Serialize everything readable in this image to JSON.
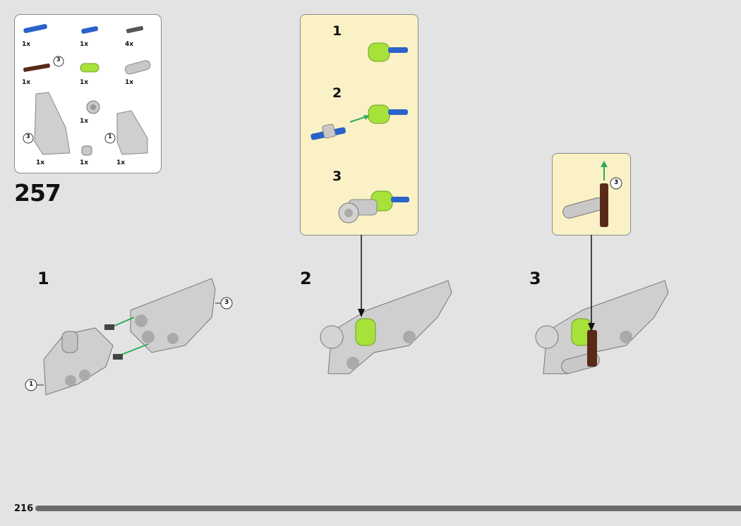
{
  "parts_list": {
    "items": [
      {
        "name": "blue-long-pin",
        "qty": "1x"
      },
      {
        "name": "blue-axle-pin",
        "qty": "1x"
      },
      {
        "name": "dark-gray-connector",
        "qty": "4x"
      },
      {
        "name": "brown-axle",
        "qty": "1x",
        "callout": "3"
      },
      {
        "name": "lime-beam",
        "qty": "1x"
      },
      {
        "name": "gray-beam",
        "qty": "1x"
      },
      {
        "name": "left-panel",
        "qty": "1x",
        "callout": "3"
      },
      {
        "name": "gray-bushing",
        "qty": "1x"
      },
      {
        "name": "right-panel",
        "qty": "1x",
        "callout": "1"
      },
      {
        "name": "small-bushing",
        "qty": "1x"
      }
    ]
  },
  "step_number": "257",
  "callout_1": {
    "substeps": [
      "1",
      "2",
      "3"
    ]
  },
  "callout_2": {
    "multiplier": "3"
  },
  "substeps": [
    "1",
    "2",
    "3"
  ],
  "step1_callouts": {
    "top": "3",
    "bottom": "1"
  },
  "page_number": "216",
  "colors": {
    "background": "#e3e3e3",
    "callout": "#faf2c6",
    "lime": "#a6e23a",
    "blue": "#2a62c9",
    "brown": "#5a2a18",
    "arrow": "#2eaa5a"
  }
}
